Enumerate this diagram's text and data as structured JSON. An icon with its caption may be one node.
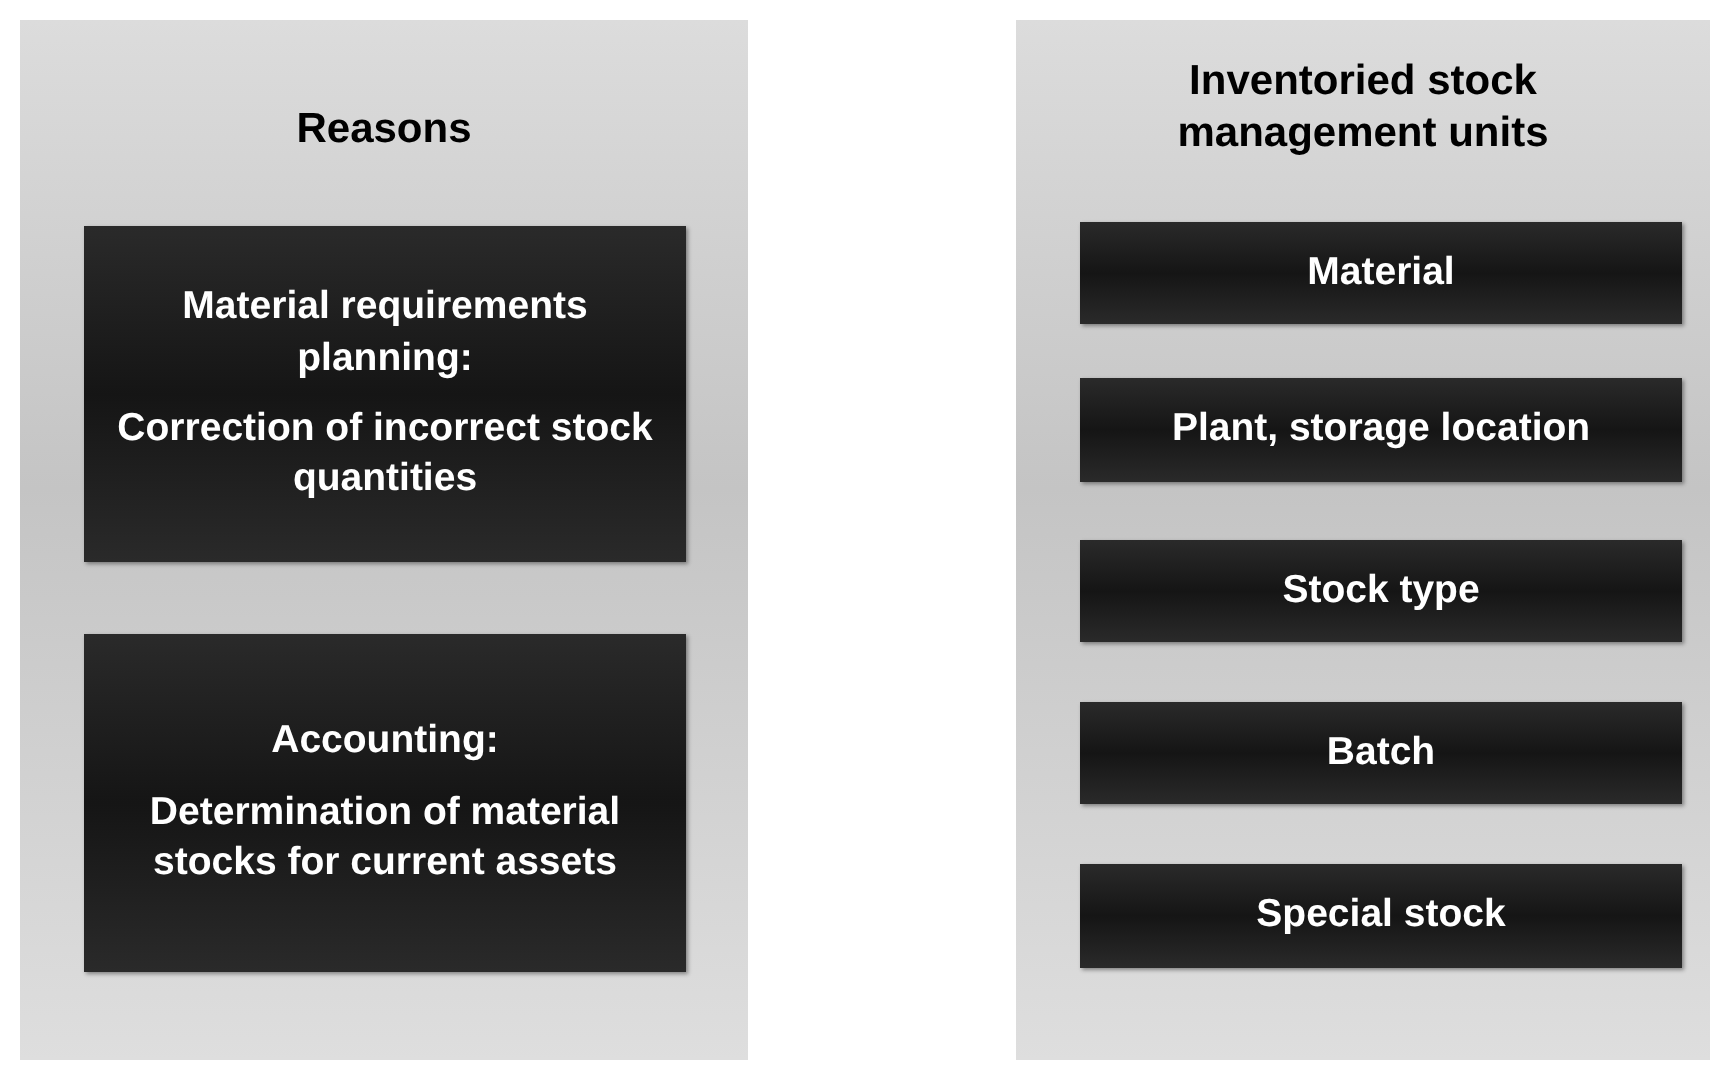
{
  "diagram": {
    "nodes": [
      {
        "text": [
          "Reasons"
        ]
      },
      {
        "text": [
          "Material requirements planning:",
          "Correction of incorrect stock quantities"
        ],
        "in": 0
      },
      {
        "text": [
          "Accounting:",
          "Determination of material stocks for current assets"
        ],
        "in": 0
      },
      {
        "text": [
          "Inventoried stock management units"
        ]
      },
      {
        "text": [
          "Material"
        ],
        "in": 3
      },
      {
        "text": [
          "Plant, storage location"
        ],
        "in": 3
      },
      {
        "text": [
          "Stock type"
        ],
        "in": 3
      },
      {
        "text": [
          "Batch"
        ],
        "in": 3
      },
      {
        "text": [
          "Special stock"
        ],
        "in": 3
      }
    ]
  }
}
